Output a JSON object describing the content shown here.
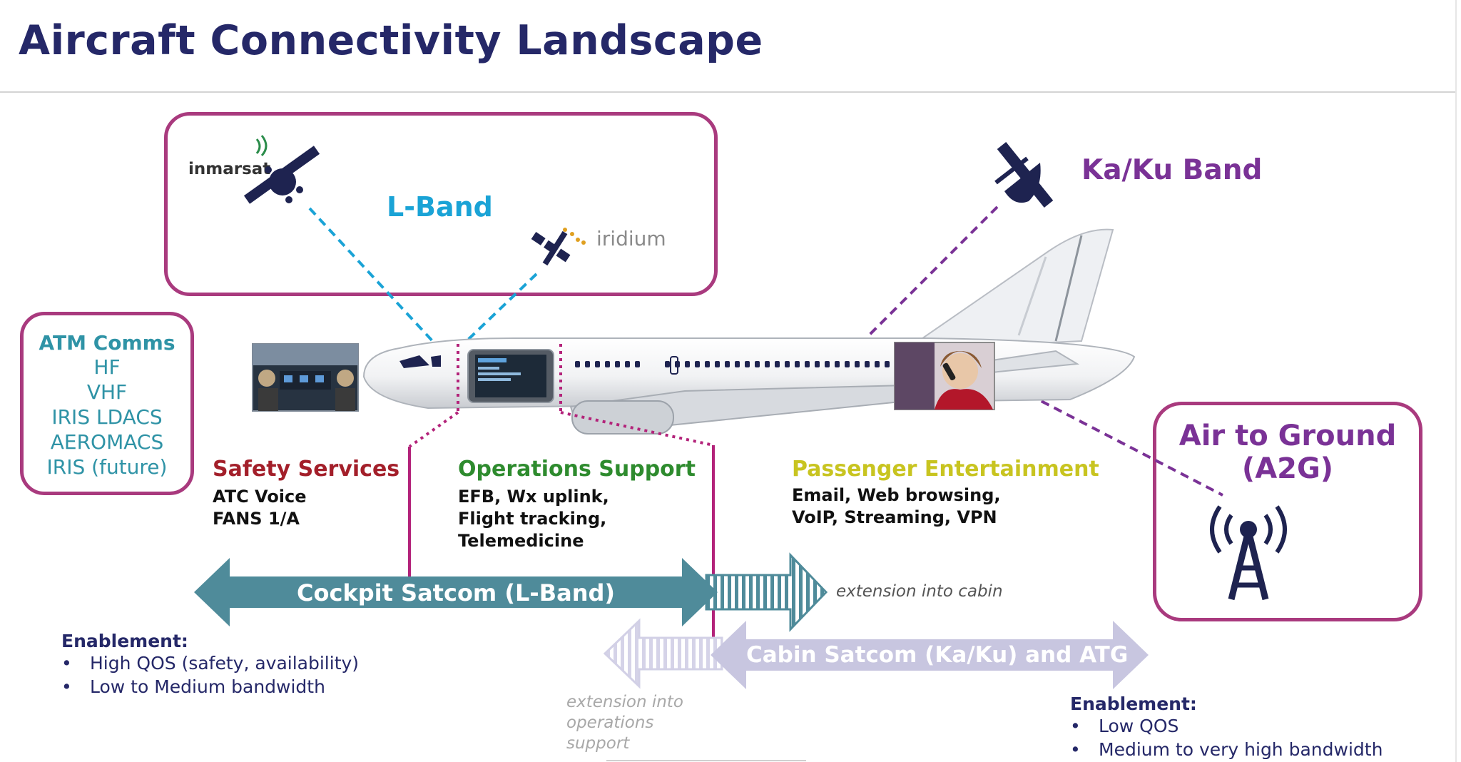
{
  "title": "Aircraft Connectivity Landscape",
  "lband": {
    "label": "L-Band",
    "inmarsat": "inmarsat",
    "iridium": "iridium"
  },
  "kaku": {
    "label": "Ka/Ku Band"
  },
  "atm": {
    "title": "ATM Comms",
    "items": [
      "HF",
      "VHF",
      "IRIS LDACS",
      "AEROMACS",
      "IRIS (future)"
    ]
  },
  "a2g": {
    "line1": "Air to Ground",
    "line2": "(A2G)"
  },
  "categories": {
    "safety": {
      "title": "Safety Services",
      "lines": [
        "ATC Voice",
        "FANS 1/A"
      ],
      "color": "#a31f2a"
    },
    "ops": {
      "title": "Operations Support",
      "lines": [
        "EFB, Wx uplink,",
        "Flight tracking,",
        "Telemedicine"
      ],
      "color": "#2e8b2e"
    },
    "pax": {
      "title": "Passenger Entertainment",
      "lines": [
        "Email, Web browsing,",
        "VoIP, Streaming, VPN"
      ],
      "color": "#c8c420"
    }
  },
  "arrows": {
    "cockpit": "Cockpit Satcom (L-Band)",
    "cabin": "Cabin Satcom (Ka/Ku) and ATG",
    "ext_cabin": "extension into cabin",
    "ext_ops": [
      "extension into",
      "operations",
      "support"
    ]
  },
  "enablement_left": {
    "title": "Enablement:",
    "items": [
      "High QOS (safety, availability)",
      "Low to Medium bandwidth"
    ]
  },
  "enablement_right": {
    "title": "Enablement:",
    "items": [
      "Low QOS",
      "Medium to very high bandwidth"
    ]
  },
  "colors": {
    "navy": "#252868",
    "magenta": "#a93a7e",
    "teal": "#4f8b9a",
    "lavender": "#c8c6e0",
    "cyan": "#1aa3d6",
    "purple": "#7a3296"
  }
}
